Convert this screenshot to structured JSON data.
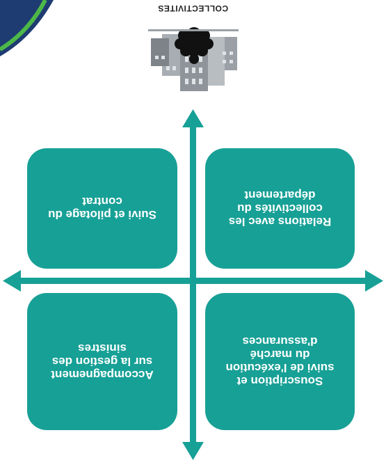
{
  "colors": {
    "accent": "#17a096",
    "corner_dark": "#1e3c72",
    "corner_light": "#4db848",
    "text_light": "#ffffff",
    "text_dark": "#222222"
  },
  "brand": {
    "label": "COLLECTIVITES",
    "icon": "city-buildings-icon"
  },
  "quadrants": [
    {
      "id": "top-left",
      "label": "Relations avec les\ncollectivités du\ndépartement"
    },
    {
      "id": "top-right",
      "label": "Suivi et pilotage du\ncontrat"
    },
    {
      "id": "bottom-left",
      "label": "Souscription et\nsuivi de l'exécution\ndu marché\nd'assurances"
    },
    {
      "id": "bottom-right",
      "label": "Accompagnement\nsur la gestion des\nsinistres"
    }
  ]
}
